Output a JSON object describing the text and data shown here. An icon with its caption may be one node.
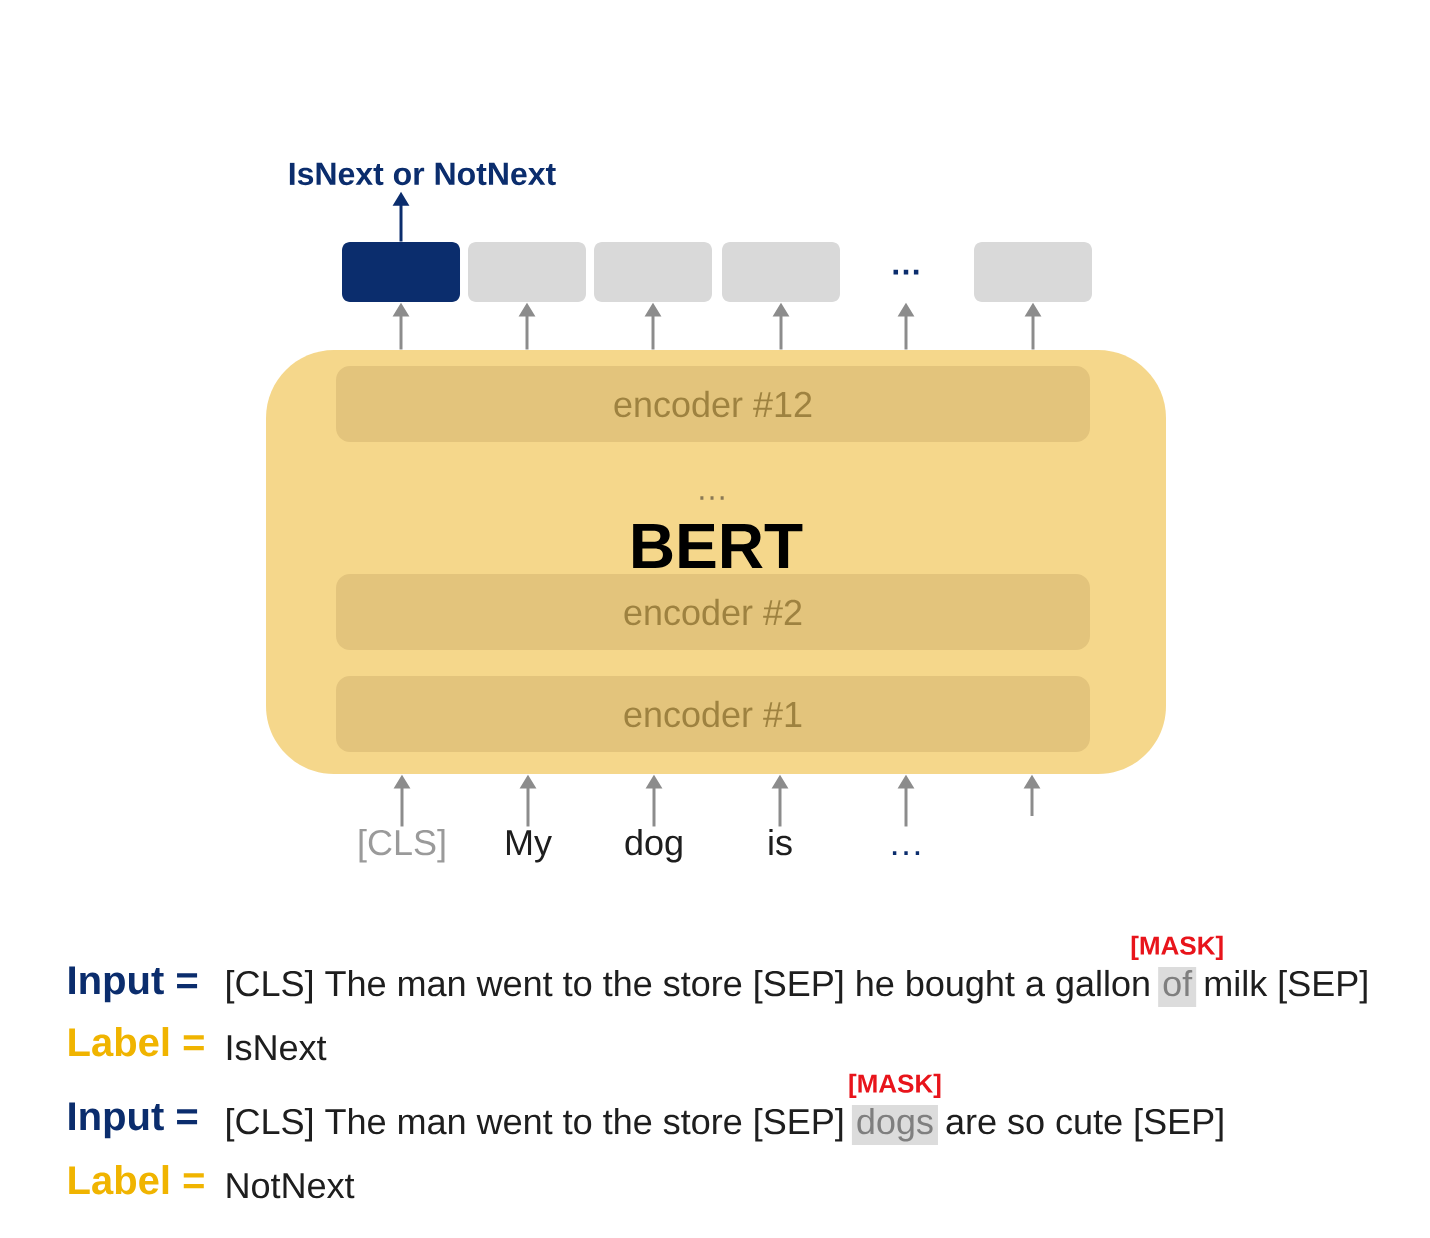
{
  "diagram": {
    "nodes": [
      {
        "text": [
          "BERT"
        ]
      },
      {
        "text": [
          "encoder #12"
        ],
        "in": 0
      },
      {
        "text": [
          "encoder #2"
        ],
        "in": 0
      },
      {
        "text": [
          "encoder #1"
        ],
        "in": 0
      },
      {
        "text": [],
        "shape": "box"
      },
      {
        "text": [],
        "shape": "box"
      },
      {
        "text": [],
        "shape": "box"
      },
      {
        "text": [],
        "shape": "box"
      },
      {
        "text": [
          "…"
        ]
      },
      {
        "text": [],
        "shape": "box"
      },
      {
        "text": [
          "IsNext or NotNext"
        ]
      },
      {
        "text": [
          "[CLS]"
        ]
      },
      {
        "text": [
          "My"
        ]
      },
      {
        "text": [
          "dog"
        ]
      },
      {
        "text": [
          "is"
        ]
      },
      {
        "text": [
          "…"
        ]
      }
    ],
    "edges": [
      {
        "from": 4,
        "to": 10,
        "arrow": "to",
        "color": "#0b2d6d"
      },
      {
        "from": 0,
        "to": 4,
        "arrow": "to"
      },
      {
        "from": 0,
        "to": 5,
        "arrow": "to"
      },
      {
        "from": 0,
        "to": 6,
        "arrow": "to"
      },
      {
        "from": 0,
        "to": 7,
        "arrow": "to"
      },
      {
        "from": 0,
        "to": 8,
        "arrow": "to"
      },
      {
        "from": 0,
        "to": 9,
        "arrow": "to"
      },
      {
        "from": 11,
        "to": 0,
        "arrow": "to"
      },
      {
        "from": 12,
        "to": 0,
        "arrow": "to"
      },
      {
        "from": 13,
        "to": 0,
        "arrow": "to"
      },
      {
        "from": 14,
        "to": 0,
        "arrow": "to"
      },
      {
        "from": 15,
        "to": 0,
        "arrow": "to"
      },
      {
        "from": null,
        "to": 0,
        "arrow": "to"
      }
    ],
    "labels": [
      "…",
      "[MASK]",
      "Input =",
      "[CLS] The man went to the store [SEP] he bought a gallon",
      "of",
      "milk [SEP]",
      "Label =",
      "IsNext",
      "[MASK]",
      "Input =",
      "[CLS] The man went to the store [SEP]",
      "dogs",
      "are so cute [SEP]",
      "Label =",
      "NotNext"
    ]
  }
}
